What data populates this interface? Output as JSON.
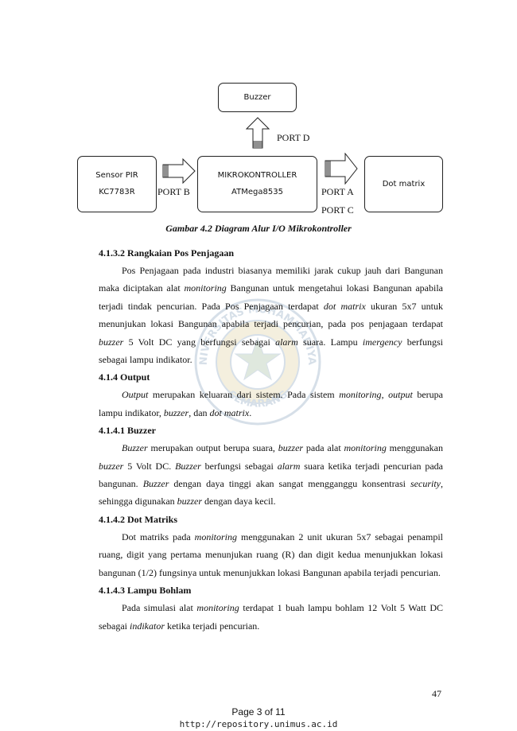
{
  "diagram": {
    "buzzer": "Buzzer",
    "sensor_line1": "Sensor PIR",
    "sensor_line2": "KC7783R",
    "mikro_line1": "MIKROKONTROLLER",
    "mikro_line2": "ATMega8535",
    "dot_matrix": "Dot matrix",
    "port_d": "PORT D",
    "port_b": "PORT B",
    "port_a": "PORT A",
    "port_c": "PORT C",
    "caption": "Gambar 4.2 Diagram Alur I/O Mikrokontroller"
  },
  "sections": {
    "h1": "4.1.3.2  Rangkaian Pos Penjagaan",
    "p1": [
      "Pos Penjagaan pada industri biasanya memiliki jarak cukup jauh dari Bangunan maka diciptakan alat ",
      "monitoring",
      " Bangunan untuk mengetahui lokasi Bangunan apabila terjadi tindak pencurian. Pada Pos Penjagaan terdapat ",
      "dot matrix",
      " ukuran 5x7 untuk menunjukan lokasi Bangunan apabila terjadi pencurian, pada pos penjagaan terdapat ",
      "buzzer",
      " 5 Volt DC yang berfungsi sebagai ",
      "alarm",
      " suara. Lampu ",
      "imergency",
      " berfungsi sebagai lampu indikator."
    ],
    "h2": "4.1.4 Output",
    "p2": [
      "Output",
      " merupakan keluaran dari sistem. Pada sistem ",
      "monitoring",
      ", ",
      "output",
      " berupa lampu indikator, ",
      "buzzer",
      ", dan ",
      "dot matrix",
      "."
    ],
    "h3": "4.1.4.1 Buzzer",
    "p3": [
      "Buzzer",
      " merupakan output berupa suara, ",
      "buzzer",
      " pada alat ",
      "monitoring",
      " menggunakan ",
      "buzzer",
      " 5 Volt DC. ",
      "Buzzer",
      " berfungsi sebagai ",
      "alarm",
      " suara ketika terjadi pencurian pada bangunan. ",
      "Buzzer",
      " dengan daya tinggi akan sangat mengganggu konsentrasi ",
      "security",
      ", sehingga digunakan ",
      "buzzer",
      " dengan daya kecil."
    ],
    "h4": "4.1.4.2 Dot Matriks",
    "p4": [
      "Dot matriks pada ",
      "monitoring",
      " menggunakan 2 unit ukuran 5x7 sebagai penampil ruang, digit yang pertama menunjukan ruang (R) dan digit kedua menunjukkan lokasi bangunan (1/2) fungsinya untuk menunjukkan lokasi Bangunan apabila terjadi pencurian."
    ],
    "h5": "4.1.4.3 Lampu Bohlam",
    "p5": [
      "Pada simulasi alat ",
      "monitoring",
      " terdapat 1 buah lampu bohlam 12 Volt 5 Watt DC sebagai ",
      "indikator",
      " ketika terjadi pencurian."
    ]
  },
  "footer": {
    "page_number": "47",
    "page_of": "Page 3 of 11",
    "url": "http://repository.unimus.ac.id"
  },
  "watermark": {
    "seal_top": "UNIVERSITAS MUHAMMADIYAH",
    "seal_bottom": "SEMARANG",
    "seal_icon": "university-seal-icon"
  }
}
